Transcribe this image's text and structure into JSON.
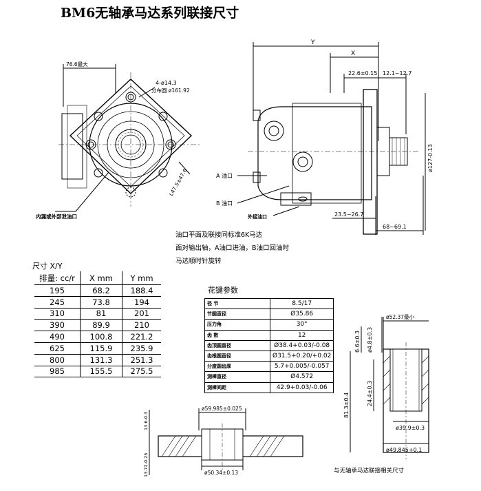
{
  "title": "BM6无轴承马达系列联接尺寸",
  "front_view": {
    "dim_width": "76.6最大",
    "holes": "4-ø14.3",
    "pcd": "分布圆 ø161.92",
    "square": "L47.5±47.6",
    "drain_label": "内漏或外部泄油口"
  },
  "side_view": {
    "dim_y": "Y",
    "dim_x": "X",
    "dim_flange": "22.6±0.15",
    "dim_pilot": "12.1~12.7",
    "dim_dia": "ø127-0.13",
    "dim_a": "23.5~26.7",
    "dim_b": "68~69.1",
    "port_a": "A 油口",
    "port_b": "B 油口",
    "drain": "外接油口"
  },
  "notes": [
    "油口平面及联接同标准6K马达",
    "面对输出轴，A油口进油，B油口回油时",
    "马达顺时针旋转"
  ],
  "size_table": {
    "caption": "尺寸 X/Y",
    "headers": [
      "排量: cc/r",
      "X mm",
      "Y mm"
    ],
    "rows": [
      [
        "195",
        "68.2",
        "188.4"
      ],
      [
        "245",
        "73.8",
        "194"
      ],
      [
        "310",
        "81",
        "201"
      ],
      [
        "390",
        "89.9",
        "210"
      ],
      [
        "490",
        "100.8",
        "221.2"
      ],
      [
        "625",
        "115.9",
        "235.9"
      ],
      [
        "800",
        "131.3",
        "251.3"
      ],
      [
        "985",
        "155.5",
        "275.5"
      ]
    ]
  },
  "spline_table": {
    "caption": "花键参数",
    "rows": [
      [
        "径 节",
        "8.5/17"
      ],
      [
        "节圆直径",
        "Ø35.86"
      ],
      [
        "压力角",
        "30°"
      ],
      [
        "齿 数",
        "12"
      ],
      [
        "齿顶圆直径",
        "Ø38.4+0.03/-0.08"
      ],
      [
        "齿根圆直径",
        "Ø31.5+0.20/+0.02"
      ],
      [
        "分度圆齿厚",
        "5.7+0.005/-0.057"
      ],
      [
        "测棒直径",
        "Ø4.572"
      ],
      [
        "测棒间距",
        "42.9+0.03/-0.06"
      ]
    ]
  },
  "flange_view": {
    "d1": "ø59.985±0.025",
    "d2": "ø50.34±0.13",
    "h1": "13.6-0.3",
    "h2": "13.72-0.25"
  },
  "shaft_view": {
    "d_top": "ø52.37最小",
    "h1": "6.6±0.3",
    "d_small": "ø4.8±0.3",
    "h_total": "81.3±0.4",
    "h_mid": "24.4±0.3",
    "d_mid": "ø39.9±0.3",
    "d_bot": "ø49.845+0.1",
    "caption": "与无轴承马达联接相关尺寸"
  }
}
